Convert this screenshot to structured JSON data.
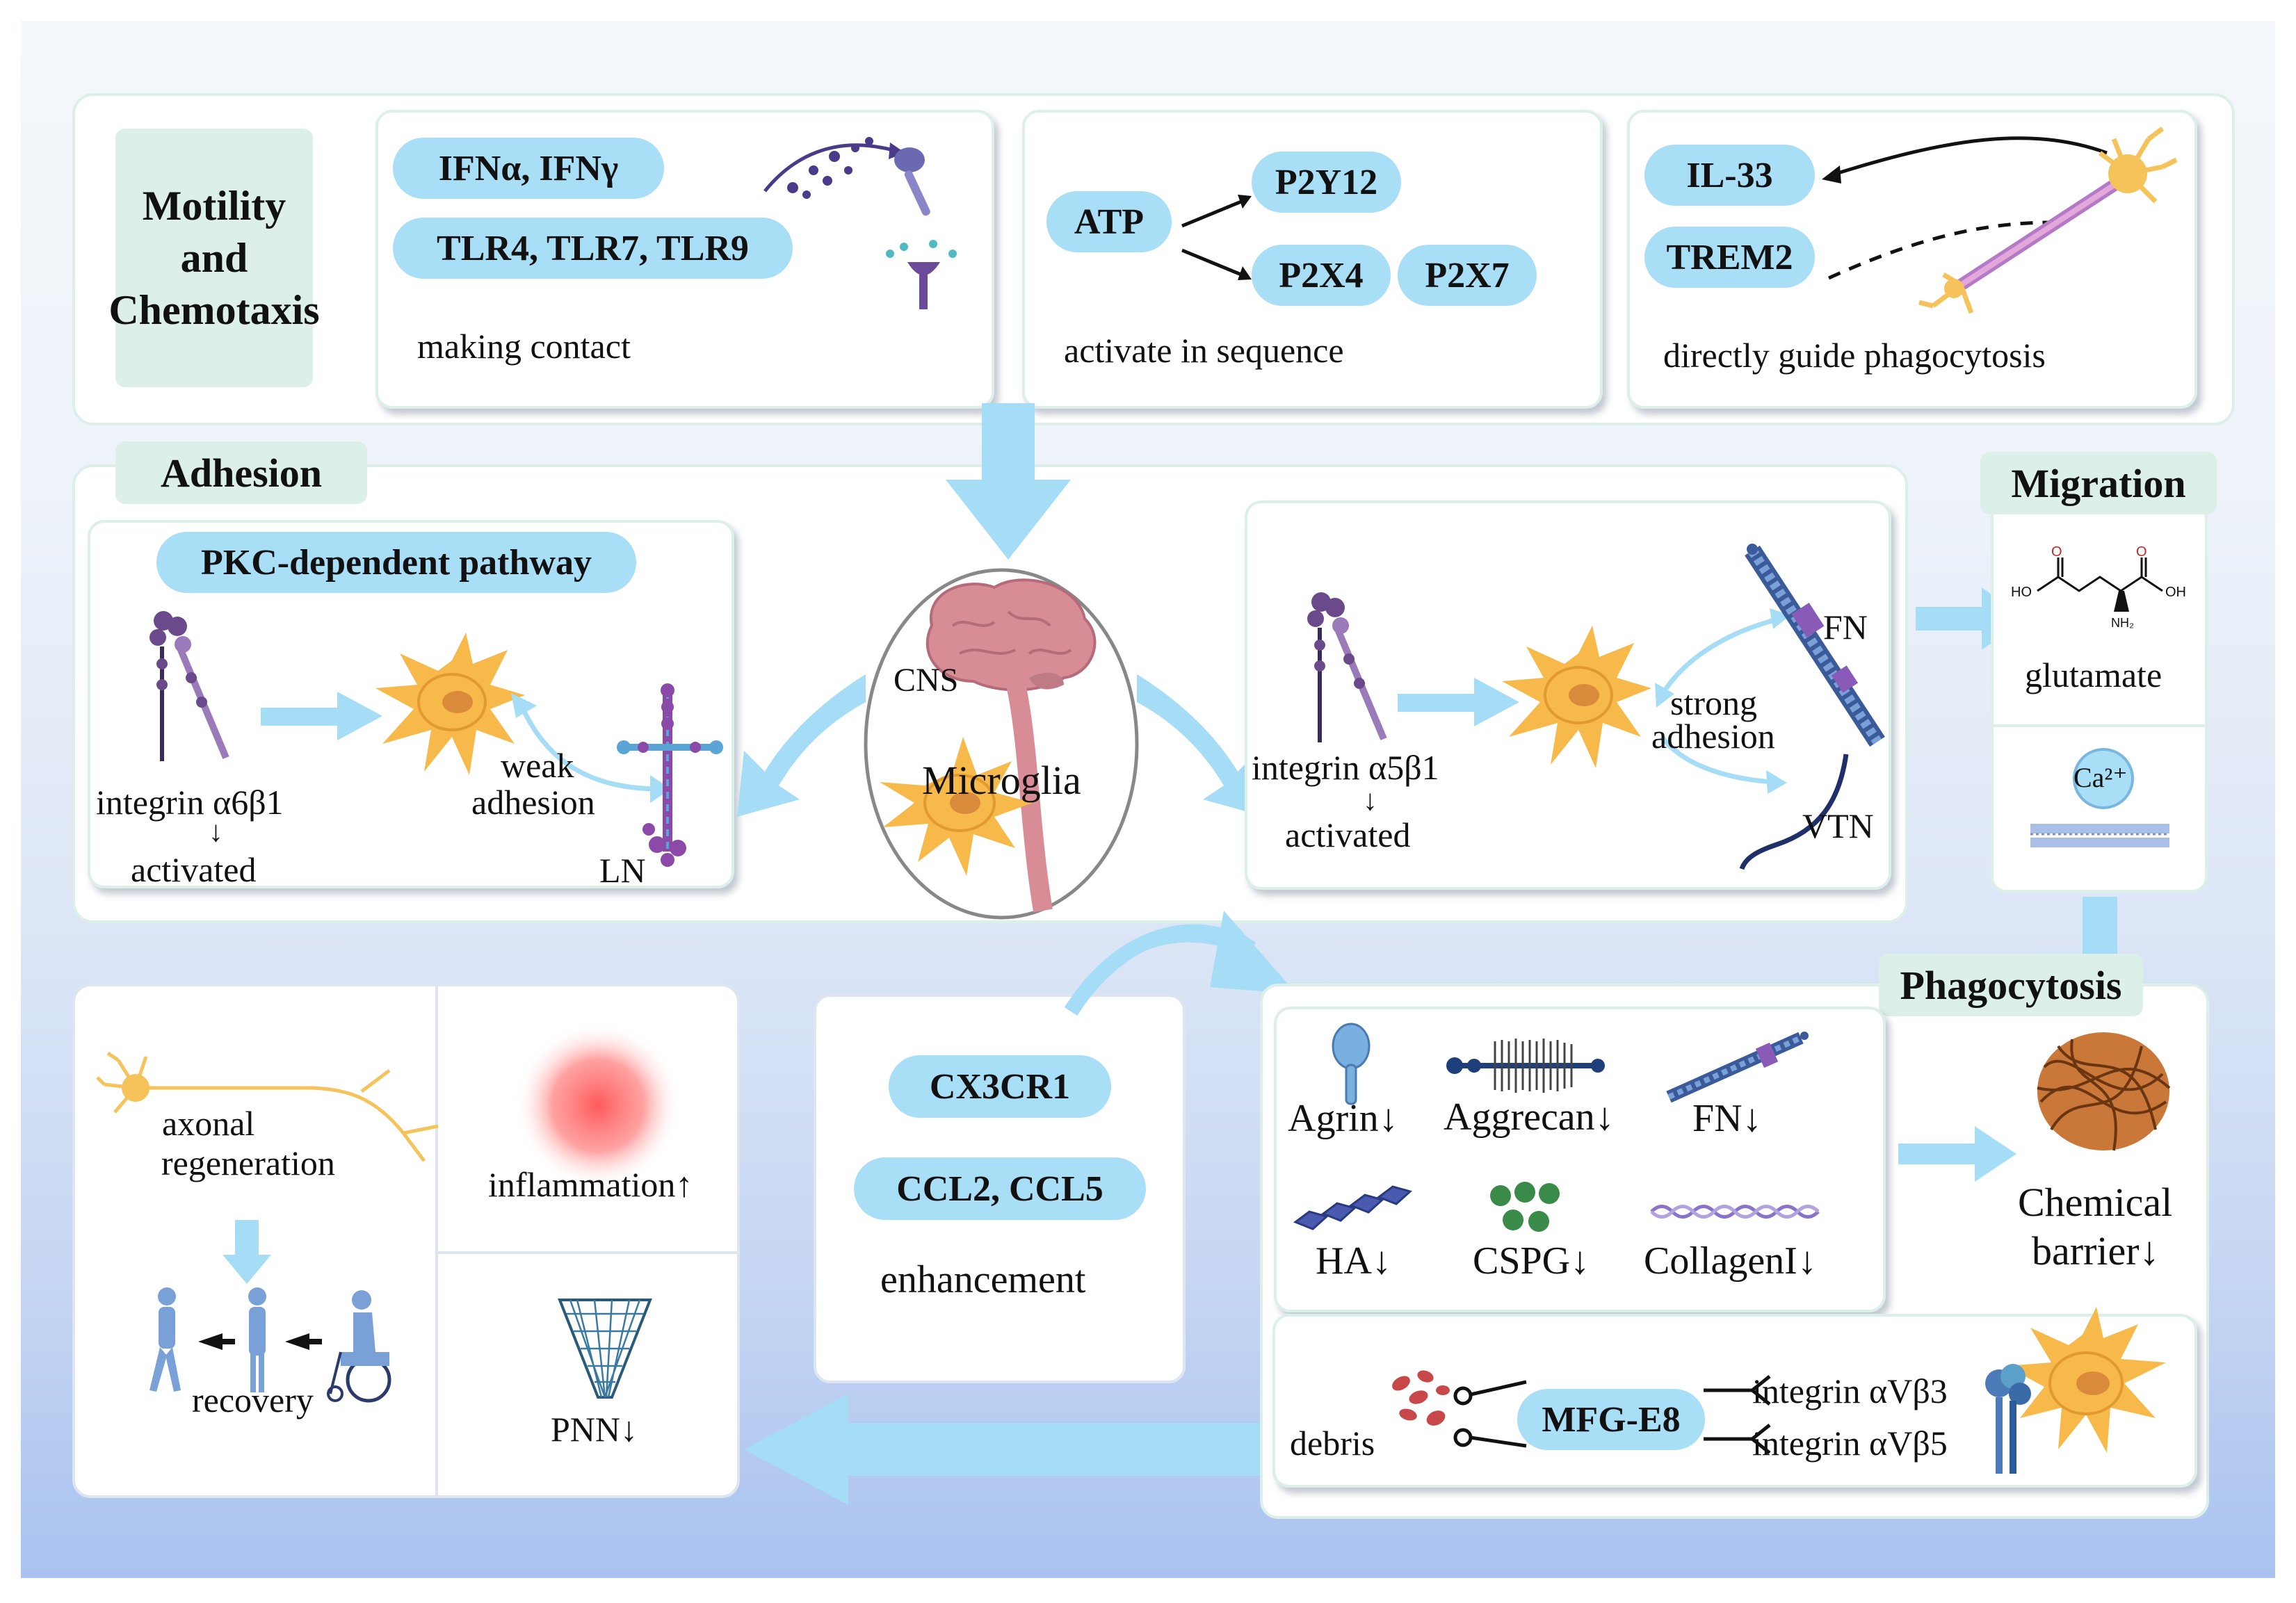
{
  "motility": {
    "title_lines": [
      "Motility",
      "and",
      "Chemotaxis"
    ],
    "pill_ifn": "IFNα, IFNγ",
    "pill_tlr": "TLR4, TLR7, TLR9",
    "caption_contact": "making contact",
    "pill_atp": "ATP",
    "pill_p2y12": "P2Y12",
    "pill_p2x4": "P2X4",
    "pill_p2x7": "P2X7",
    "caption_sequence": "activate in sequence",
    "pill_il33": "IL-33",
    "pill_trem2": "TREM2",
    "caption_guide": "directly guide phagocytosis"
  },
  "adhesion": {
    "title": "Adhesion",
    "pill_pkc": "PKC-dependent pathway",
    "left": {
      "integrin": "integrin α6β1",
      "down_arrow": "↓",
      "activated": "activated",
      "weak": "weak",
      "adhesion": "adhesion",
      "ln": "LN"
    },
    "center": {
      "cns": "CNS",
      "microglia": "Microglia"
    },
    "right": {
      "integrin": "integrin α5β1",
      "down_arrow": "↓",
      "activated": "activated",
      "strong": "strong",
      "adhesion": "adhesion",
      "fn": "FN",
      "vtn": "VTN"
    }
  },
  "migration": {
    "title": "Migration",
    "glutamate": "glutamate",
    "ca": "Ca²⁺",
    "chem_ho": "HO",
    "chem_oh": "OH",
    "chem_nh2": "NH₂",
    "chem_o": "O"
  },
  "outcomes": {
    "axonal": "axonal",
    "regeneration": "regeneration",
    "recovery": "recovery",
    "inflammation": "inflammation↑",
    "pnn": "PNN↓"
  },
  "enhancement": {
    "pill_cx3cr1": "CX3CR1",
    "pill_ccl": "CCL2, CCL5",
    "label": "enhancement"
  },
  "phagocytosis": {
    "title": "Phagocytosis",
    "agrin": "Agrin↓",
    "aggrecan": "Aggrecan↓",
    "fn": "FN↓",
    "ha": "HA↓",
    "cspg": "CSPG↓",
    "collagen": "CollagenI↓",
    "chemical": "Chemical",
    "barrier": "barrier↓",
    "debris": "debris",
    "pill_mfge8": "MFG-E8",
    "integrin_b3": "integrin αVβ3",
    "integrin_b5": "integrin αVβ5"
  },
  "colors": {
    "pill": "#a9def7",
    "arrow": "#a6ddf6",
    "tag": "#dcefe8",
    "cell": "#f6b94a",
    "integrin": "#6a4a8a"
  }
}
